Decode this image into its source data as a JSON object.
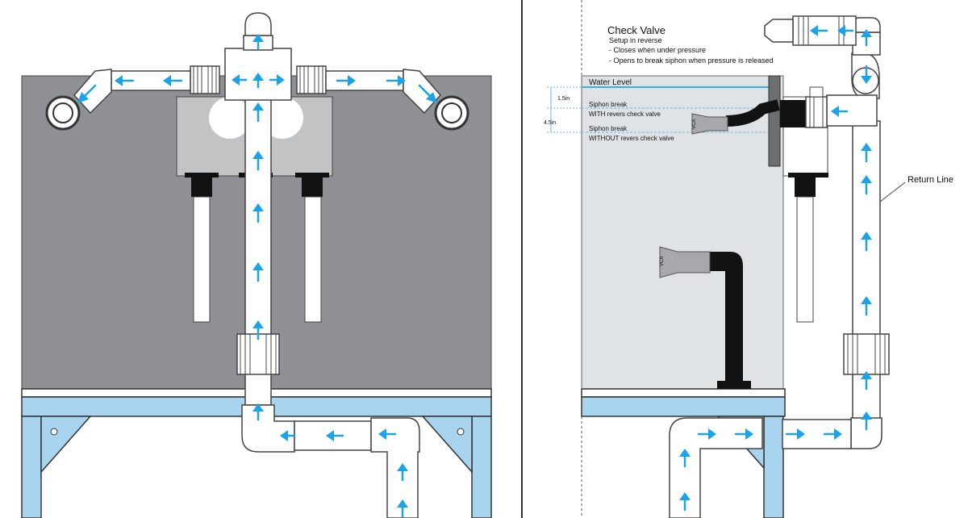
{
  "colors": {
    "arrow": "#1aa3e8",
    "pipe": "#ffffff",
    "pipe_stroke": "#555555",
    "tank_back": "#8f9096",
    "tank_glass": "#dfe3e5",
    "stand": "#a8d4f0",
    "water_line": "#3fa9e0",
    "dim_line": "#6fb6dd",
    "divider": "#333333"
  },
  "annotations": {
    "title": "Check Valve",
    "line1": "Setup in reverse",
    "line2": "- Closes when under pressure",
    "line3": "- Opens to break siphon when pressure is released",
    "water_level": "Water Level",
    "dim_small": "1.5in",
    "dim_large": "4.5in",
    "siphon_with_1": "Siphon break",
    "siphon_with_2": "WITH revers check valve",
    "siphon_without_1": "Siphon break",
    "siphon_without_2": "WITHOUT revers check valve",
    "return_line": "Return Line",
    "nozzle_brand": "VCA"
  }
}
